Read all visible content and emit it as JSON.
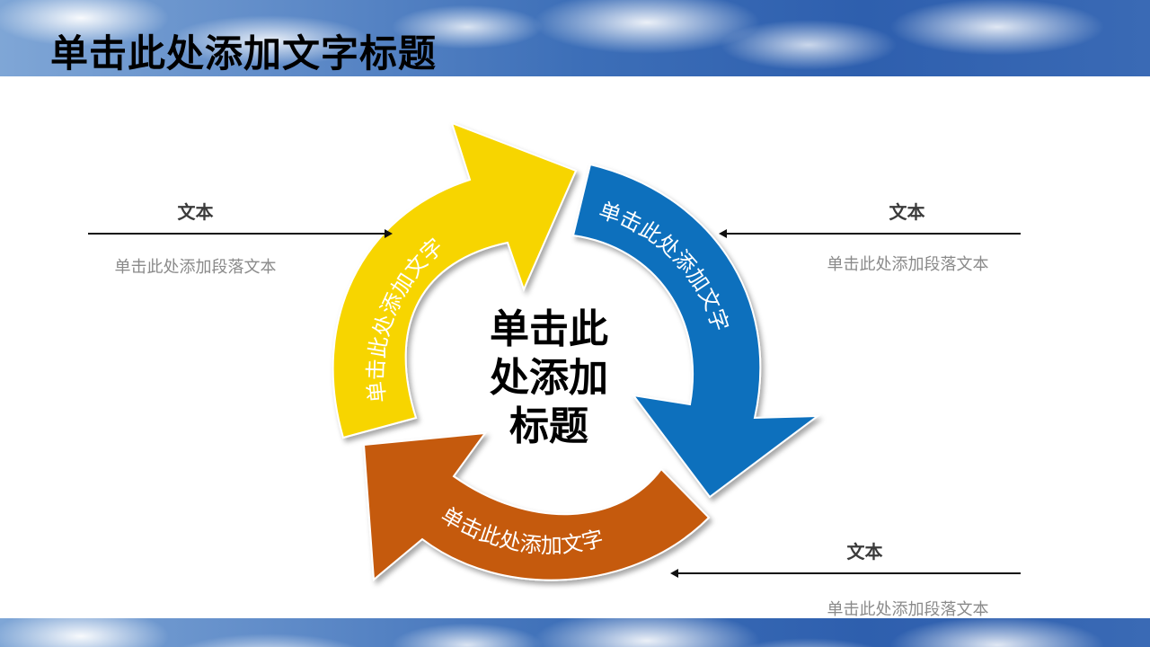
{
  "slide": {
    "title": "单击此处添加文字标题",
    "center_title_lines": [
      "单击此",
      "处添加",
      "标题"
    ]
  },
  "arrows": [
    {
      "text": "单击此处添加文字",
      "color": "#f7d500"
    },
    {
      "text": "单击此处添加文字",
      "color": "#0c6fbd"
    },
    {
      "text": "单击此处添加文字",
      "color": "#c55a11"
    }
  ],
  "labels": [
    {
      "heading": "文本",
      "body": "单击此处添加段落文本"
    },
    {
      "heading": "文本",
      "body": "单击此处添加段落文本"
    },
    {
      "heading": "文本",
      "body": "单击此处添加段落文本"
    }
  ]
}
